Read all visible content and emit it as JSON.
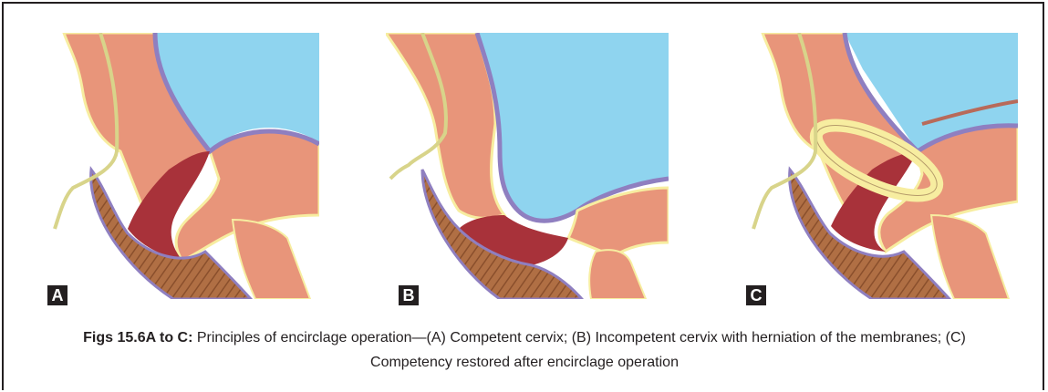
{
  "panels": [
    {
      "id": "A",
      "label": "A"
    },
    {
      "id": "B",
      "label": "B"
    },
    {
      "id": "C",
      "label": "C"
    }
  ],
  "caption": {
    "bold": "Figs 15.6A to C:",
    "text": " Principles of encirclage operation—(A) Competent cervix; (B) Incompetent cervix with herniation of the membranes; (C) Competency restored after encirclage operation"
  },
  "colors": {
    "amniotic_fluid": "#8fd4ef",
    "uterine_wall": "#e8957a",
    "cervical_canal": "#a8323a",
    "membrane": "#8f7fc0",
    "vaginal_wall": "#a8683e",
    "suture_band": "#f7eda0",
    "peritoneum": "#d8d48a"
  }
}
